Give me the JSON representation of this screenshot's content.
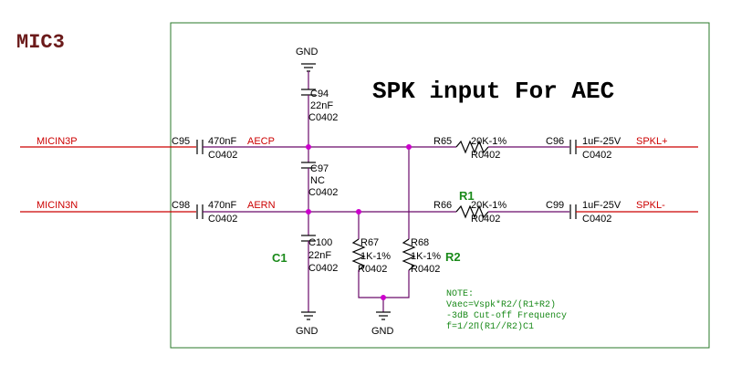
{
  "section_label": "MIC3",
  "title": "SPK input For AEC",
  "nets": {
    "micin3p": "MICIN3P",
    "micin3n": "MICIN3N",
    "aecp": "AECP",
    "aern": "AERN",
    "spklp": "SPKL+",
    "spkln": "SPKL-"
  },
  "ground": {
    "top": "GND",
    "bottom_left": "GND",
    "bottom_right": "GND"
  },
  "components": {
    "c95": {
      "ref": "C95",
      "value": "470nF",
      "package": "C0402"
    },
    "c98": {
      "ref": "C98",
      "value": "470nF",
      "package": "C0402"
    },
    "c94": {
      "ref": "C94",
      "value": "22nF",
      "package": "C0402"
    },
    "c97": {
      "ref": "C97",
      "value": "NC",
      "package": "C0402"
    },
    "c100": {
      "ref": "C100",
      "value": "22nF",
      "package": "C0402"
    },
    "r65": {
      "ref": "R65",
      "value": "20K-1%",
      "package": "R0402"
    },
    "r66": {
      "ref": "R66",
      "value": "20K-1%",
      "package": "R0402"
    },
    "r67": {
      "ref": "R67",
      "value": "1K-1%",
      "package": "R0402"
    },
    "r68": {
      "ref": "R68",
      "value": "1K-1%",
      "package": "R0402"
    },
    "c96": {
      "ref": "C96",
      "value": "1uF-25V",
      "package": "C0402"
    },
    "c99": {
      "ref": "C99",
      "value": "1uF-25V",
      "package": "C0402"
    }
  },
  "annotations": {
    "r1": "R1",
    "r2": "R2",
    "c1": "C1"
  },
  "note": {
    "line1": "NOTE:",
    "line2": "Vaec=Vspk*R2/(R1+R2)",
    "line3": "-3dB Cut-off Frequency",
    "line4": "f=1/2Π(R1//R2)C1"
  },
  "colors": {
    "wire": "#6a0a6a",
    "net_label": "#cc0000",
    "junction": "#cc00cc",
    "annotation": "#1a8a1a",
    "frame": "#2a7a2a"
  }
}
